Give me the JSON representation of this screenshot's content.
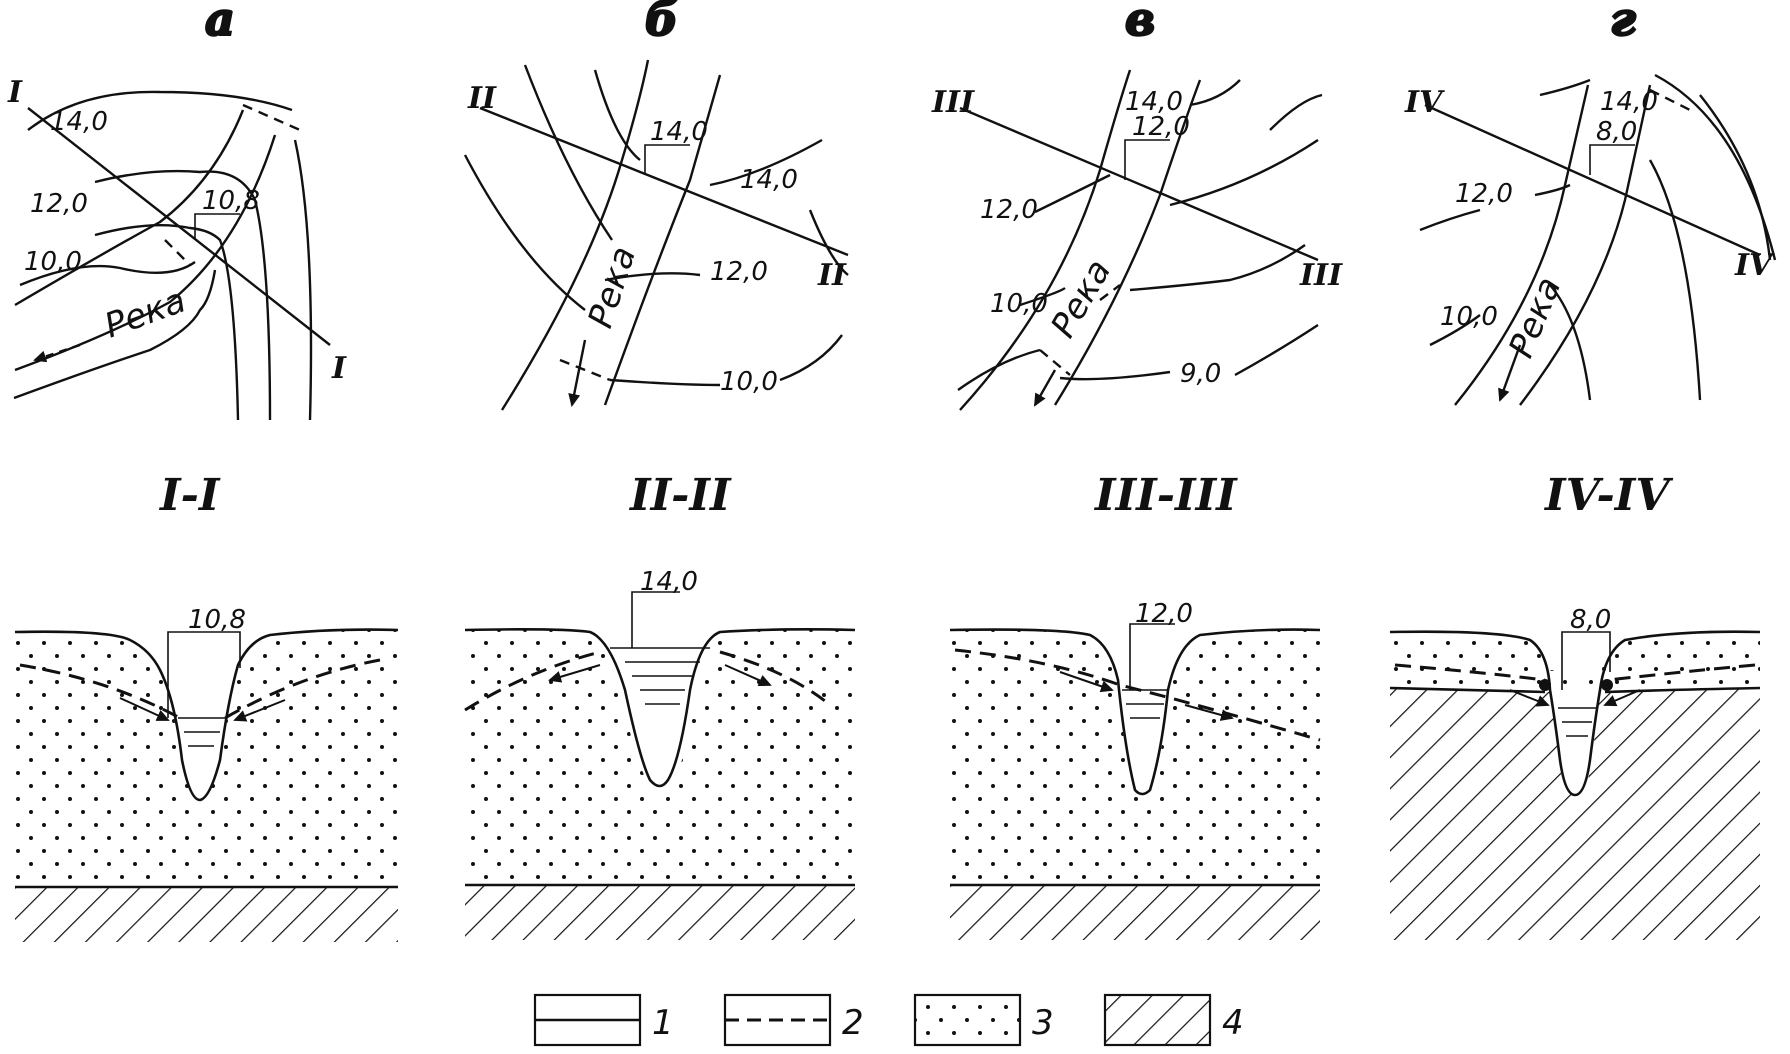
{
  "panels": [
    {
      "letter": "а",
      "river": "Река",
      "levels": [
        "14,0",
        "12,0",
        "10,0"
      ],
      "stage": "10,8",
      "section_mark": "I"
    },
    {
      "letter": "б",
      "river": "Река",
      "levels": [
        "14,0",
        "12,0",
        "10,0"
      ],
      "stage": "14,0",
      "section_mark": "II"
    },
    {
      "letter": "в",
      "river": "Река",
      "levels": [
        "14,0",
        "12,0",
        "10,0",
        "9,0"
      ],
      "stage": "12,0",
      "section_mark": "III"
    },
    {
      "letter": "г",
      "river": "Река",
      "levels": [
        "14,0",
        "12,0",
        "10,0"
      ],
      "stage": "8,0",
      "section_mark": "IV"
    }
  ],
  "sections": [
    {
      "label": "I-I",
      "stage": "10,8"
    },
    {
      "label": "II-II",
      "stage": "14,0"
    },
    {
      "label": "III-III",
      "stage": "12,0"
    },
    {
      "label": "IV-IV",
      "stage": "8,0"
    }
  ],
  "legend": [
    {
      "label": "1",
      "symbol": "solid-line"
    },
    {
      "label": "2",
      "symbol": "dashed-line"
    },
    {
      "label": "3",
      "symbol": "dots"
    },
    {
      "label": "4",
      "symbol": "hatching"
    }
  ],
  "colors": {
    "ink": "#111111",
    "paper": "#ffffff"
  }
}
